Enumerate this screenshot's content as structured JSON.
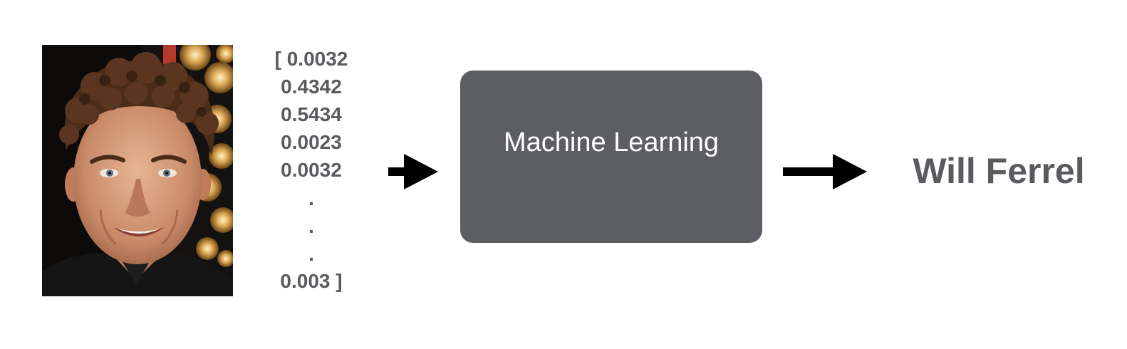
{
  "feature_vector": {
    "lines": [
      "[ 0.0032",
      "0.4342",
      "0.5434",
      "0.0023",
      "0.0032",
      ".",
      ".",
      ".",
      "0.003 ]"
    ]
  },
  "model_box": {
    "label": "Machine Learning"
  },
  "output": {
    "label": "Will Ferrel"
  },
  "icons": {
    "photo": "face-photo",
    "arrow": "right-arrow-icon"
  },
  "colors": {
    "text": "#5a5b5e",
    "box": "#5d5e61",
    "arrow": "#000000",
    "background": "#ffffff"
  }
}
